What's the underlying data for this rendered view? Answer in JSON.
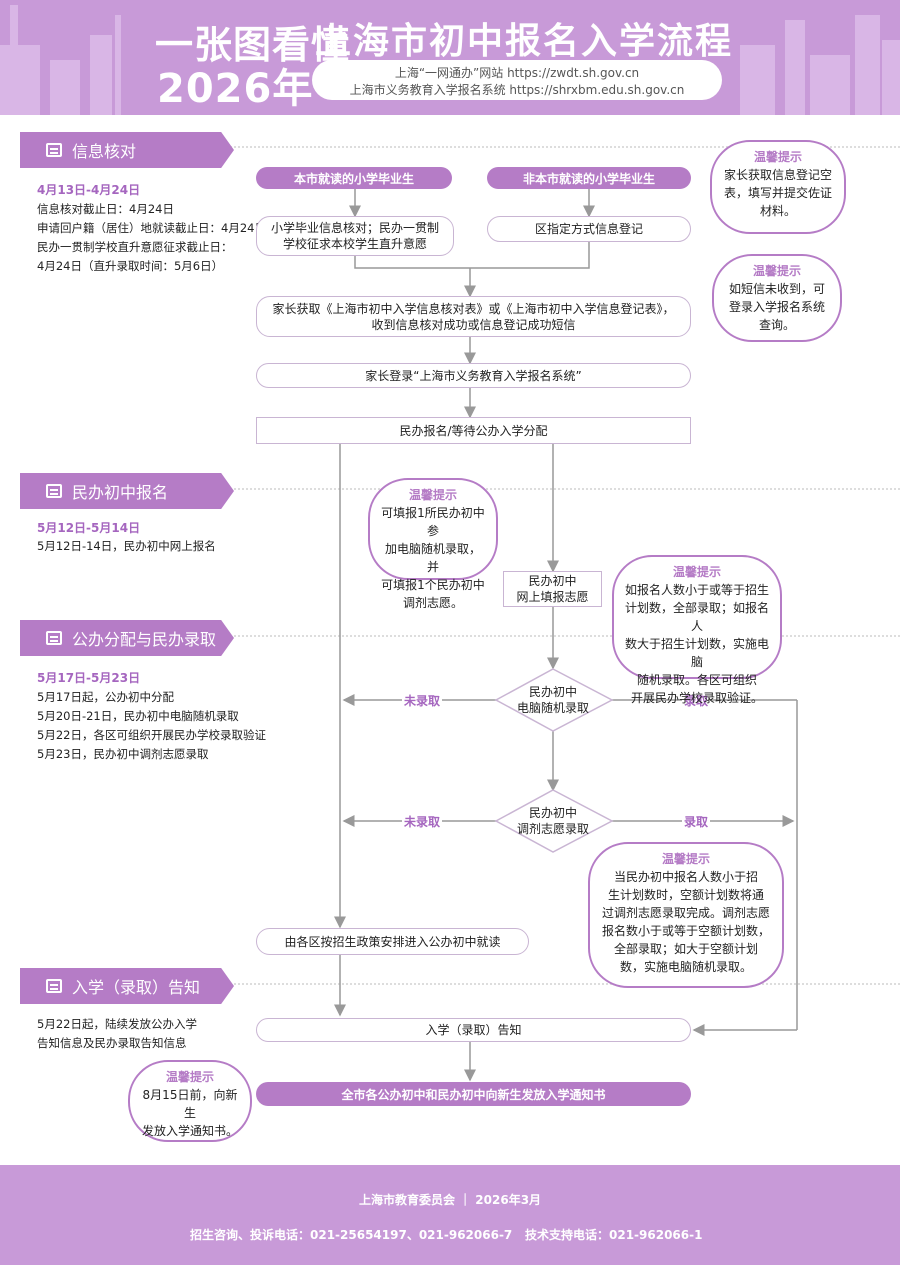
{
  "header": {
    "subtitle": "一张图看懂",
    "year": "2026年",
    "title": "上海市初中报名入学流程",
    "url1": "上海“一网通办”网站 https://zwdt.sh.gov.cn",
    "url2": "上海市义务教育入学报名系统 https://shrxbm.edu.sh.gov.cn"
  },
  "stages": [
    {
      "label": "信息核对"
    },
    {
      "label": "民办初中报名"
    },
    {
      "label": "公办分配与民办录取"
    },
    {
      "label": "入学（录取）告知"
    }
  ],
  "left": {
    "s1_date": "4月13日-4月24日",
    "s1_lines": [
      "信息核对截止日：4月24日",
      "申请回户籍（居住）地就读截止日：4月24日",
      "民办一贯制学校直升意愿征求截止日：",
      "4月24日（直升录取时间：5月6日）"
    ],
    "s2_date": "5月12日-5月14日",
    "s2_lines": [
      "5月12日-14日，民办初中网上报名"
    ],
    "s3_date": "5月17日-5月23日",
    "s3_lines": [
      "5月17日起，公办初中分配",
      "5月20日-21日，民办初中电脑随机录取",
      "5月22日，各区可组织开展民办学校录取验证",
      "5月23日，民办初中调剂志愿录取"
    ],
    "s4_lines": [
      "5月22日起，陆续发放公办入学",
      "告知信息及民办录取告知信息"
    ]
  },
  "flow": {
    "local_grad": "本市就读的小学毕业生",
    "nonlocal_grad": "非本市就读的小学毕业生",
    "local_check": [
      "小学毕业信息核对；民办一贯制",
      "学校征求本校学生直升意愿"
    ],
    "nonlocal_check": "区指定方式信息登记",
    "get_form": [
      "家长获取《上海市初中入学信息核对表》或《上海市初中入学信息登记表》，",
      "收到信息核对成功或信息登记成功短信"
    ],
    "login": "家长登录“上海市义务教育入学报名系统”",
    "apply_wait": "民办报名/等待公办入学分配",
    "online_fill": [
      "民办初中",
      "网上填报志愿"
    ],
    "lottery": [
      "民办初中",
      "电脑随机录取"
    ],
    "adjust": [
      "民办初中",
      "调剂志愿录取"
    ],
    "not_admitted": "未录取",
    "admitted": "录取",
    "district_arrange": "由各区按招生政策安排进入公办初中就读",
    "notify": "入学（录取）告知",
    "final": "全市各公办初中和民办初中向新生发放入学通知书"
  },
  "tips": {
    "title": "温馨提示",
    "t1": [
      "家长获取信息登记空",
      "表，填写并提交佐证",
      "材料。"
    ],
    "t2": [
      "如短信未收到，可",
      "登录入学报名系统",
      "查询。"
    ],
    "t3": [
      "可填报1所民办初中参",
      "加电脑随机录取，并",
      "可填报1个民办初中",
      "调剂志愿。"
    ],
    "t4": [
      "如报名人数小于或等于招生",
      "计划数，全部录取；如报名人",
      "数大于招生计划数，实施电脑",
      "随机录取。各区可组织",
      "开展民办学校录取验证。"
    ],
    "t5": [
      "当民办初中报名人数小于招",
      "生计划数时，空额计划数将通",
      "过调剂志愿录取完成。调剂志愿",
      "报名数小于或等于空额计划数，",
      "全部录取；如大于空额计划",
      "数，实施电脑随机录取。"
    ],
    "t6": [
      "8月15日前，向新生",
      "发放入学通知书。"
    ]
  },
  "footer": {
    "org": "上海市教育委员会  ｜  2026年3月",
    "hotline": "招生咨询、投诉电话：021-25654197、021-962066-7",
    "support": "技术支持电话：021-962066-1"
  },
  "colors": {
    "accent": "#b57cc6",
    "header": "#c89ad8",
    "text": "#222222"
  }
}
